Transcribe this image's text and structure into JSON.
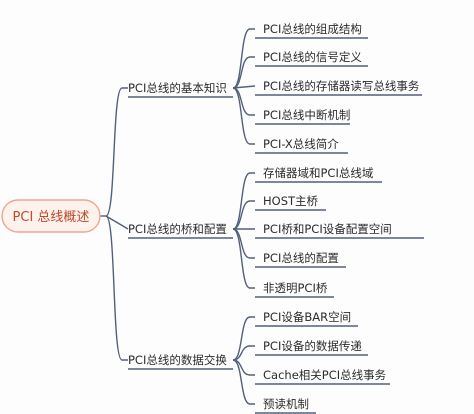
{
  "root": {
    "label": "PCI 总线概述"
  },
  "branches": [
    {
      "label": "PCI总线的基本知识",
      "children": [
        "PCI总线的组成结构",
        "PCI总线的信号定义",
        "PCI总线的存储器读写总线事务",
        "PCI总线中断机制",
        "PCI-X总线简介"
      ]
    },
    {
      "label": "PCI总线的桥和配置",
      "children": [
        "存储器域和PCI总线域",
        "HOST主桥",
        "PCI桥和PCI设备配置空间",
        "PCI总线的配置",
        "非透明PCI桥"
      ]
    },
    {
      "label": "PCI总线的数据交换",
      "children": [
        "PCI设备BAR空间",
        "PCI设备的数据传递",
        "Cache相关PCI总线事务",
        "预读机制"
      ]
    }
  ],
  "colors": {
    "line": "#53607a",
    "root_border": "#f0a48e",
    "root_fill": "#fdf2ec",
    "root_text": "#c0482c"
  }
}
